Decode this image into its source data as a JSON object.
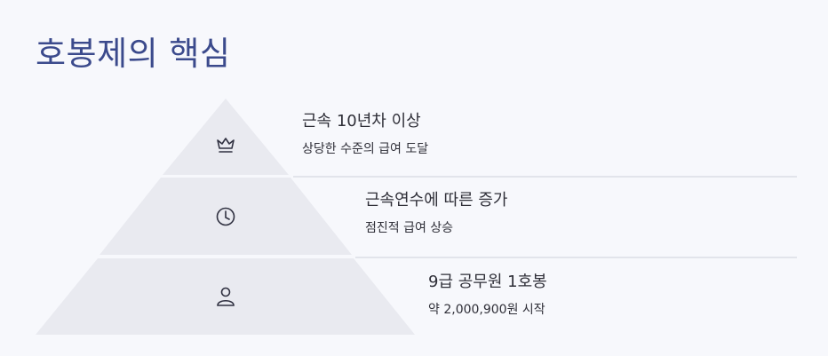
{
  "title": "호봉제의 핵심",
  "tiers": [
    {
      "icon": "crown-icon",
      "heading": "근속 10년차 이상",
      "sub": "상당한 수준의 급여 도달"
    },
    {
      "icon": "clock-icon",
      "heading": "근속연수에 따른 증가",
      "sub": "점진적 급여 상승"
    },
    {
      "icon": "person-icon",
      "heading": "9급 공무원 1호봉",
      "sub": "약 2,000,900원 시작"
    }
  ],
  "colors": {
    "title": "#3b4a8c",
    "tier_fill": "#e9eaf0",
    "divider": "#dcdde5",
    "icon": "#2f3040",
    "background": "#f7f8fc"
  }
}
